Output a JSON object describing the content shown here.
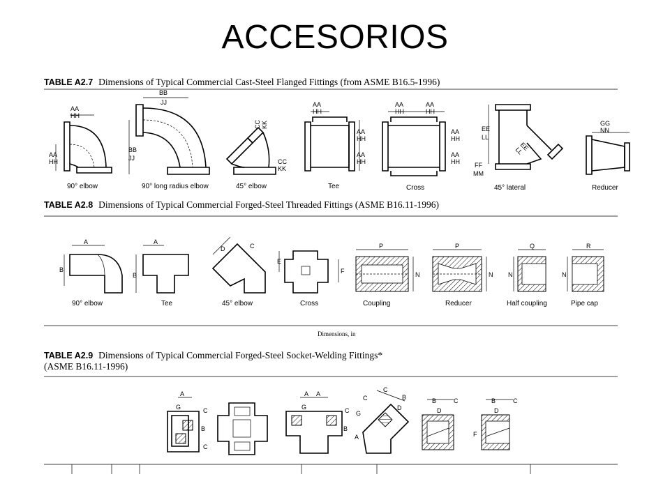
{
  "slide": {
    "title": "ACCESORIOS"
  },
  "tables": {
    "a27": {
      "number": "TABLE A2.7",
      "caption": "Dimensions of Typical Commercial Cast-Steel Flanged Fittings (from ASME B16.5-1996)",
      "fittings": [
        "90° elbow",
        "90° long radius elbow",
        "45° elbow",
        "Tee",
        "Cross",
        "45° lateral",
        "Reducer"
      ],
      "dims": [
        "AA",
        "HH",
        "BB",
        "JJ",
        "CC",
        "KK",
        "EE",
        "LL",
        "FF",
        "MM",
        "GG",
        "NN"
      ]
    },
    "a28": {
      "number": "TABLE A2.8",
      "caption": "Dimensions of Typical Commercial Forged-Steel Threaded Fittings (ASME B16.11-1996)",
      "fittings": [
        "90° elbow",
        "Tee",
        "45° elbow",
        "Cross",
        "Coupling",
        "Reducer",
        "Half coupling",
        "Pipe cap"
      ],
      "dims": [
        "A",
        "B",
        "C",
        "D",
        "E",
        "F",
        "P",
        "N",
        "Q",
        "R"
      ],
      "note": "Dimensions, in"
    },
    "a29": {
      "number": "TABLE A2.9",
      "caption_line1": "Dimensions of Typical Commercial Forged-Steel Socket-Welding Fittings*",
      "caption_line2": "(ASME B16.11-1996)",
      "dims": [
        "A",
        "B",
        "C",
        "D",
        "G",
        "F"
      ]
    }
  }
}
